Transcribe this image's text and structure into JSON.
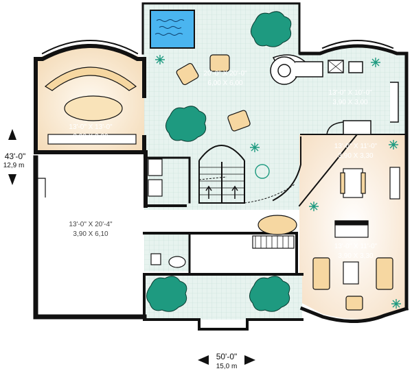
{
  "colors": {
    "tile": "#e7f3ef",
    "tile_grid": "#c3ddd6",
    "floor_warm": "#f9ead6",
    "wall": "#111111",
    "pool_water": "#4ab5f0",
    "plant_leaf": "#1e9a80",
    "furniture": "#f6d7a1"
  },
  "rooms": {
    "family_room": {
      "size_imperial": "20'-0\" X 20'-0\"",
      "size_metric": "6,00 X 6,00"
    },
    "kitchen": {
      "size_imperial": "13'-0\" X 10'-0\"",
      "size_metric": "3,90 X 3,00"
    },
    "dining_room": {
      "size_imperial": "13'-0\" X 11'-0\"",
      "size_metric": "3,90 X 3,30"
    },
    "living_room": {
      "size_imperial": "13'-0\" X 11'-0\"",
      "size_metric": "3,90 X 3,30"
    },
    "den": {
      "size_imperial": "13'-0\" X 13'-0\"",
      "size_metric": "3,90 X 3,90"
    },
    "garage": {
      "size_imperial": "13'-0\" X 20'-4\"",
      "size_metric": "3,90 X 6,10"
    }
  },
  "dimensions": {
    "depth_imperial": "43'-0\"",
    "depth_metric": "12,9 m",
    "width_imperial": "50'-0\"",
    "width_metric": "15,0 m"
  }
}
